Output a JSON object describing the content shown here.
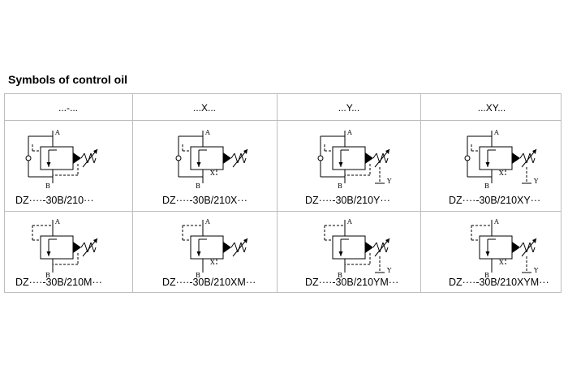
{
  "title": "Symbols of control oil",
  "headers": [
    "...-...",
    "...X...",
    "...Y...",
    "...XY..."
  ],
  "models": {
    "row1": [
      "DZ····-30B/210···",
      "DZ····-30B/210X···",
      "DZ····-30B/210Y···",
      "DZ····-30B/210XY···"
    ],
    "row2": [
      "DZ····-30B/210M···",
      "DZ····-30B/210XM···",
      "DZ····-30B/210YM···",
      "DZ····-30B/210XYM···"
    ]
  },
  "port_labels": {
    "a": "A",
    "b": "B",
    "x": "X",
    "y": "Y"
  }
}
